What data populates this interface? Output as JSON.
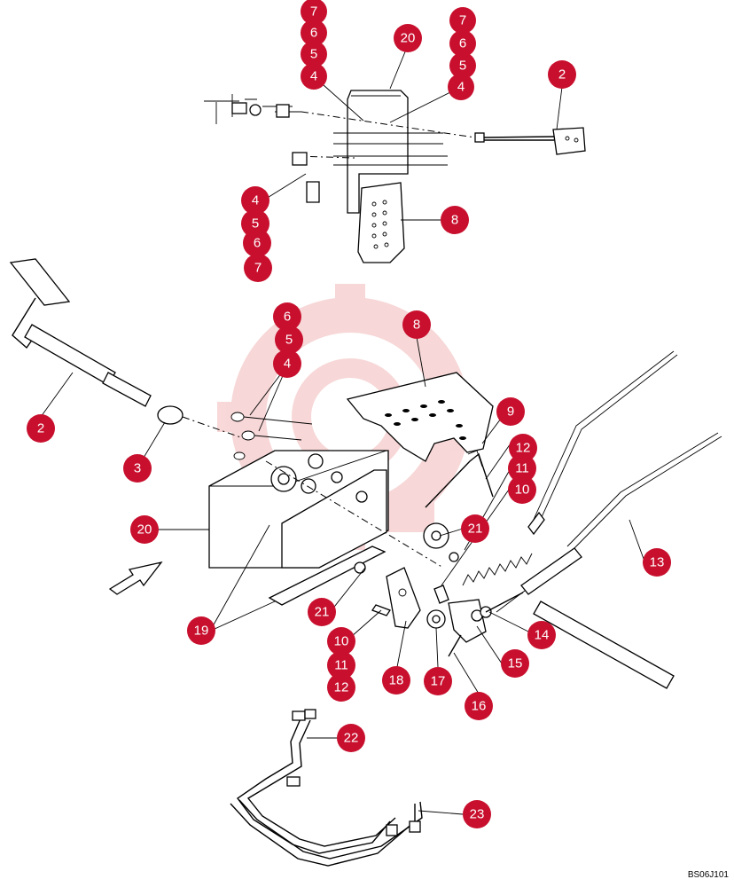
{
  "diagram": {
    "drawing_code": "BS06J101",
    "callout_color": "#c8102e",
    "watermark_color": "#f2b8b8",
    "callouts": [
      "7",
      "6",
      "5",
      "4",
      "20",
      "7",
      "6",
      "5",
      "4",
      "2",
      "4",
      "5",
      "6",
      "7",
      "8",
      "6",
      "5",
      "4",
      "8",
      "9",
      "2",
      "3",
      "12",
      "11",
      "10",
      "20",
      "21",
      "13",
      "21",
      "19",
      "14",
      "10",
      "11",
      "12",
      "18",
      "17",
      "15",
      "16",
      "22",
      "23"
    ]
  }
}
